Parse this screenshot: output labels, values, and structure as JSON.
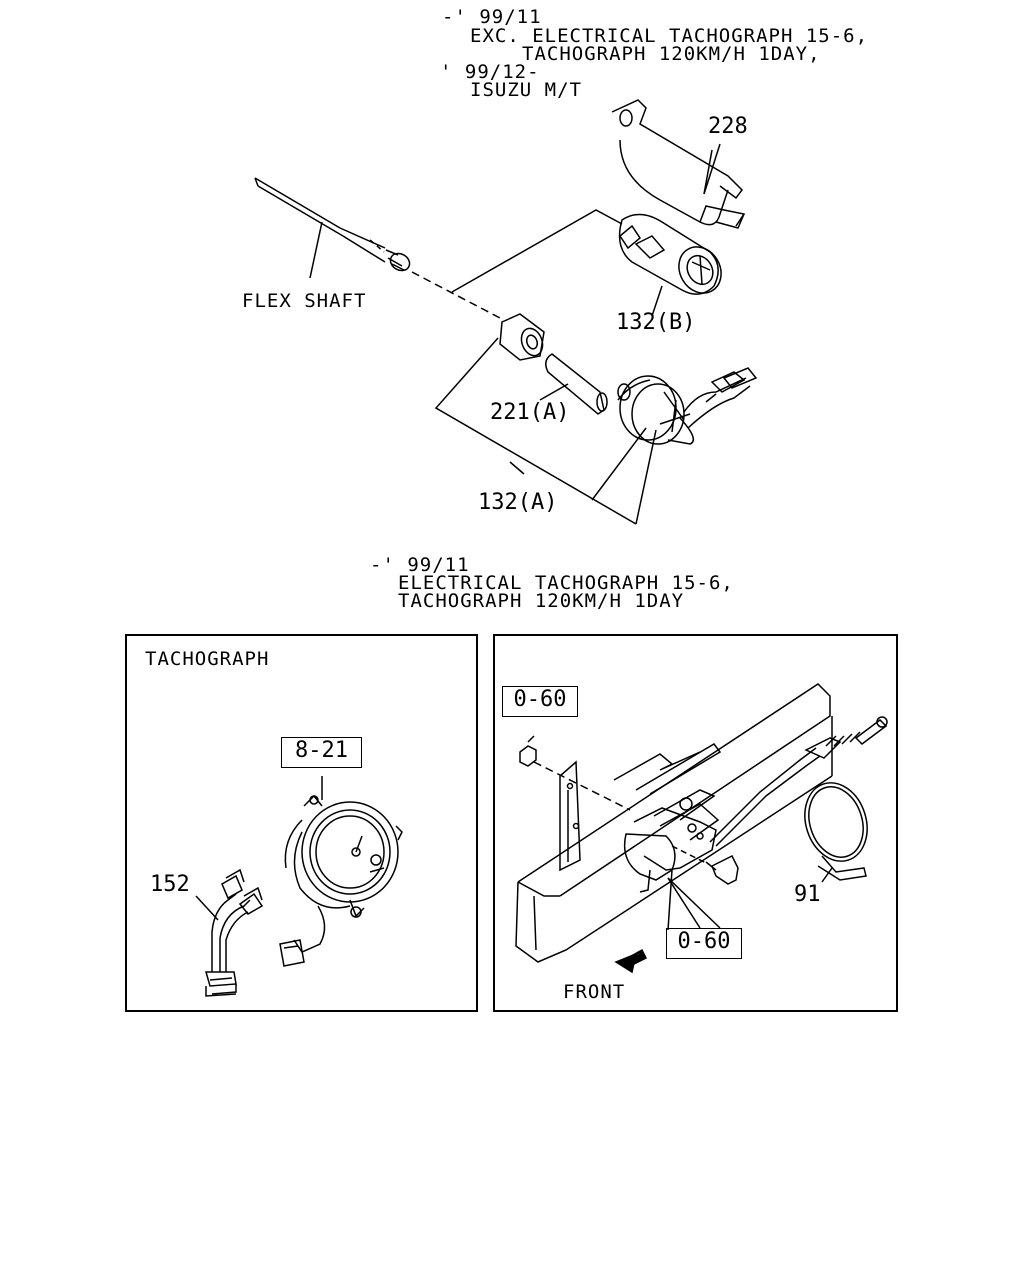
{
  "top_note": {
    "line1": "-' 99/11",
    "line2": "EXC. ELECTRICAL TACHOGRAPH 15-6,",
    "line3": "TACHOGRAPH 120KM/H 1DAY,",
    "line4": "' 99/12-",
    "line5": "ISUZU M/T"
  },
  "parts_top": {
    "p228": "228",
    "flex_shaft": "FLEX SHAFT",
    "p132b": "132(B)",
    "p221a": "221(A)",
    "p132a": "132(A)"
  },
  "mid_note": {
    "line1": "-' 99/11",
    "line2": "ELECTRICAL TACHOGRAPH 15-6,",
    "line3": "TACHOGRAPH 120KM/H 1DAY"
  },
  "left_panel": {
    "title": "TACHOGRAPH",
    "ref_box": "8-21",
    "p152": "152"
  },
  "right_panel": {
    "ref_box_top": "0-60",
    "ref_box_bottom": "0-60",
    "p91": "91",
    "front": "FRONT"
  }
}
